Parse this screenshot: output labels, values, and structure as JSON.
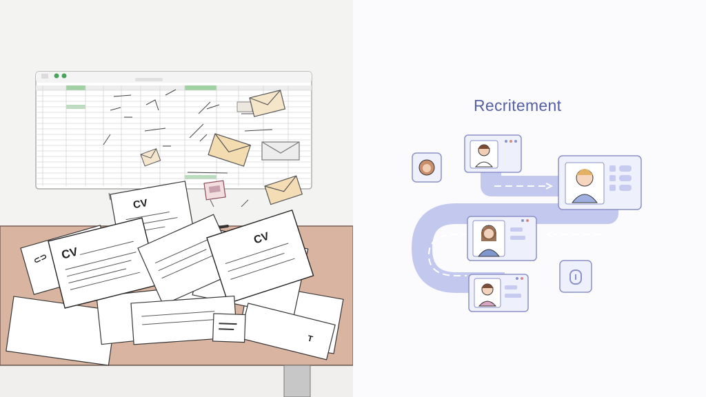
{
  "left_panel": {
    "cv_labels": [
      "CV",
      "CV",
      "CV"
    ]
  },
  "right_panel": {
    "title": "Recritement"
  },
  "colors": {
    "desk": "#d9b4a0",
    "flow_path": "#c3c8ef",
    "accent": "#5560a4",
    "card_border": "#8a90c8"
  },
  "icons": [
    "spreadsheet-window",
    "envelope-icon",
    "stamp-icon",
    "pen-icon",
    "avatar-icon",
    "padlock-icon"
  ]
}
